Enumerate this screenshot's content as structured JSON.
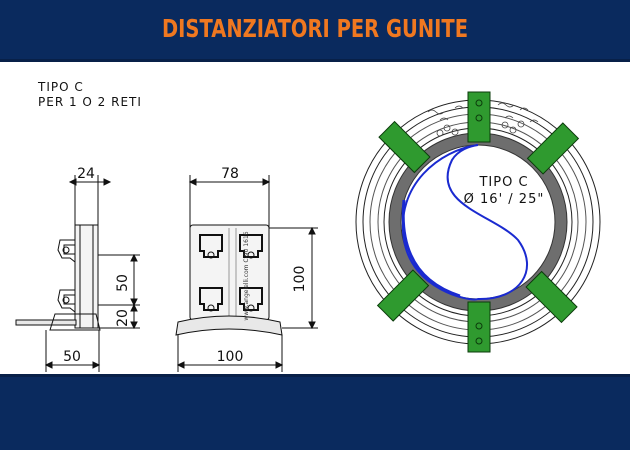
{
  "header": {
    "title": "DISTANZIATORI PER GUNITE"
  },
  "caption": {
    "line1": "TIPO  C",
    "line2": "PER 1  O  2 RETI"
  },
  "side_view": {
    "width_top": "24",
    "dim_upper": "50",
    "dim_lower": "20",
    "width_bottom": "50"
  },
  "front_view": {
    "width_top": "78",
    "height": "100",
    "width_bottom": "100",
    "stamp": "www.angelelli.com  C-90 1616"
  },
  "section_view": {
    "label1": "TIPO  C",
    "label2": "Ø 16' / 25\""
  },
  "colors": {
    "band": "#0a2a5e",
    "title": "#f07820",
    "spacer_green": "#2f9a2f",
    "curve_blue": "#1a2ad0",
    "shell_gray": "#6e6e6e"
  }
}
